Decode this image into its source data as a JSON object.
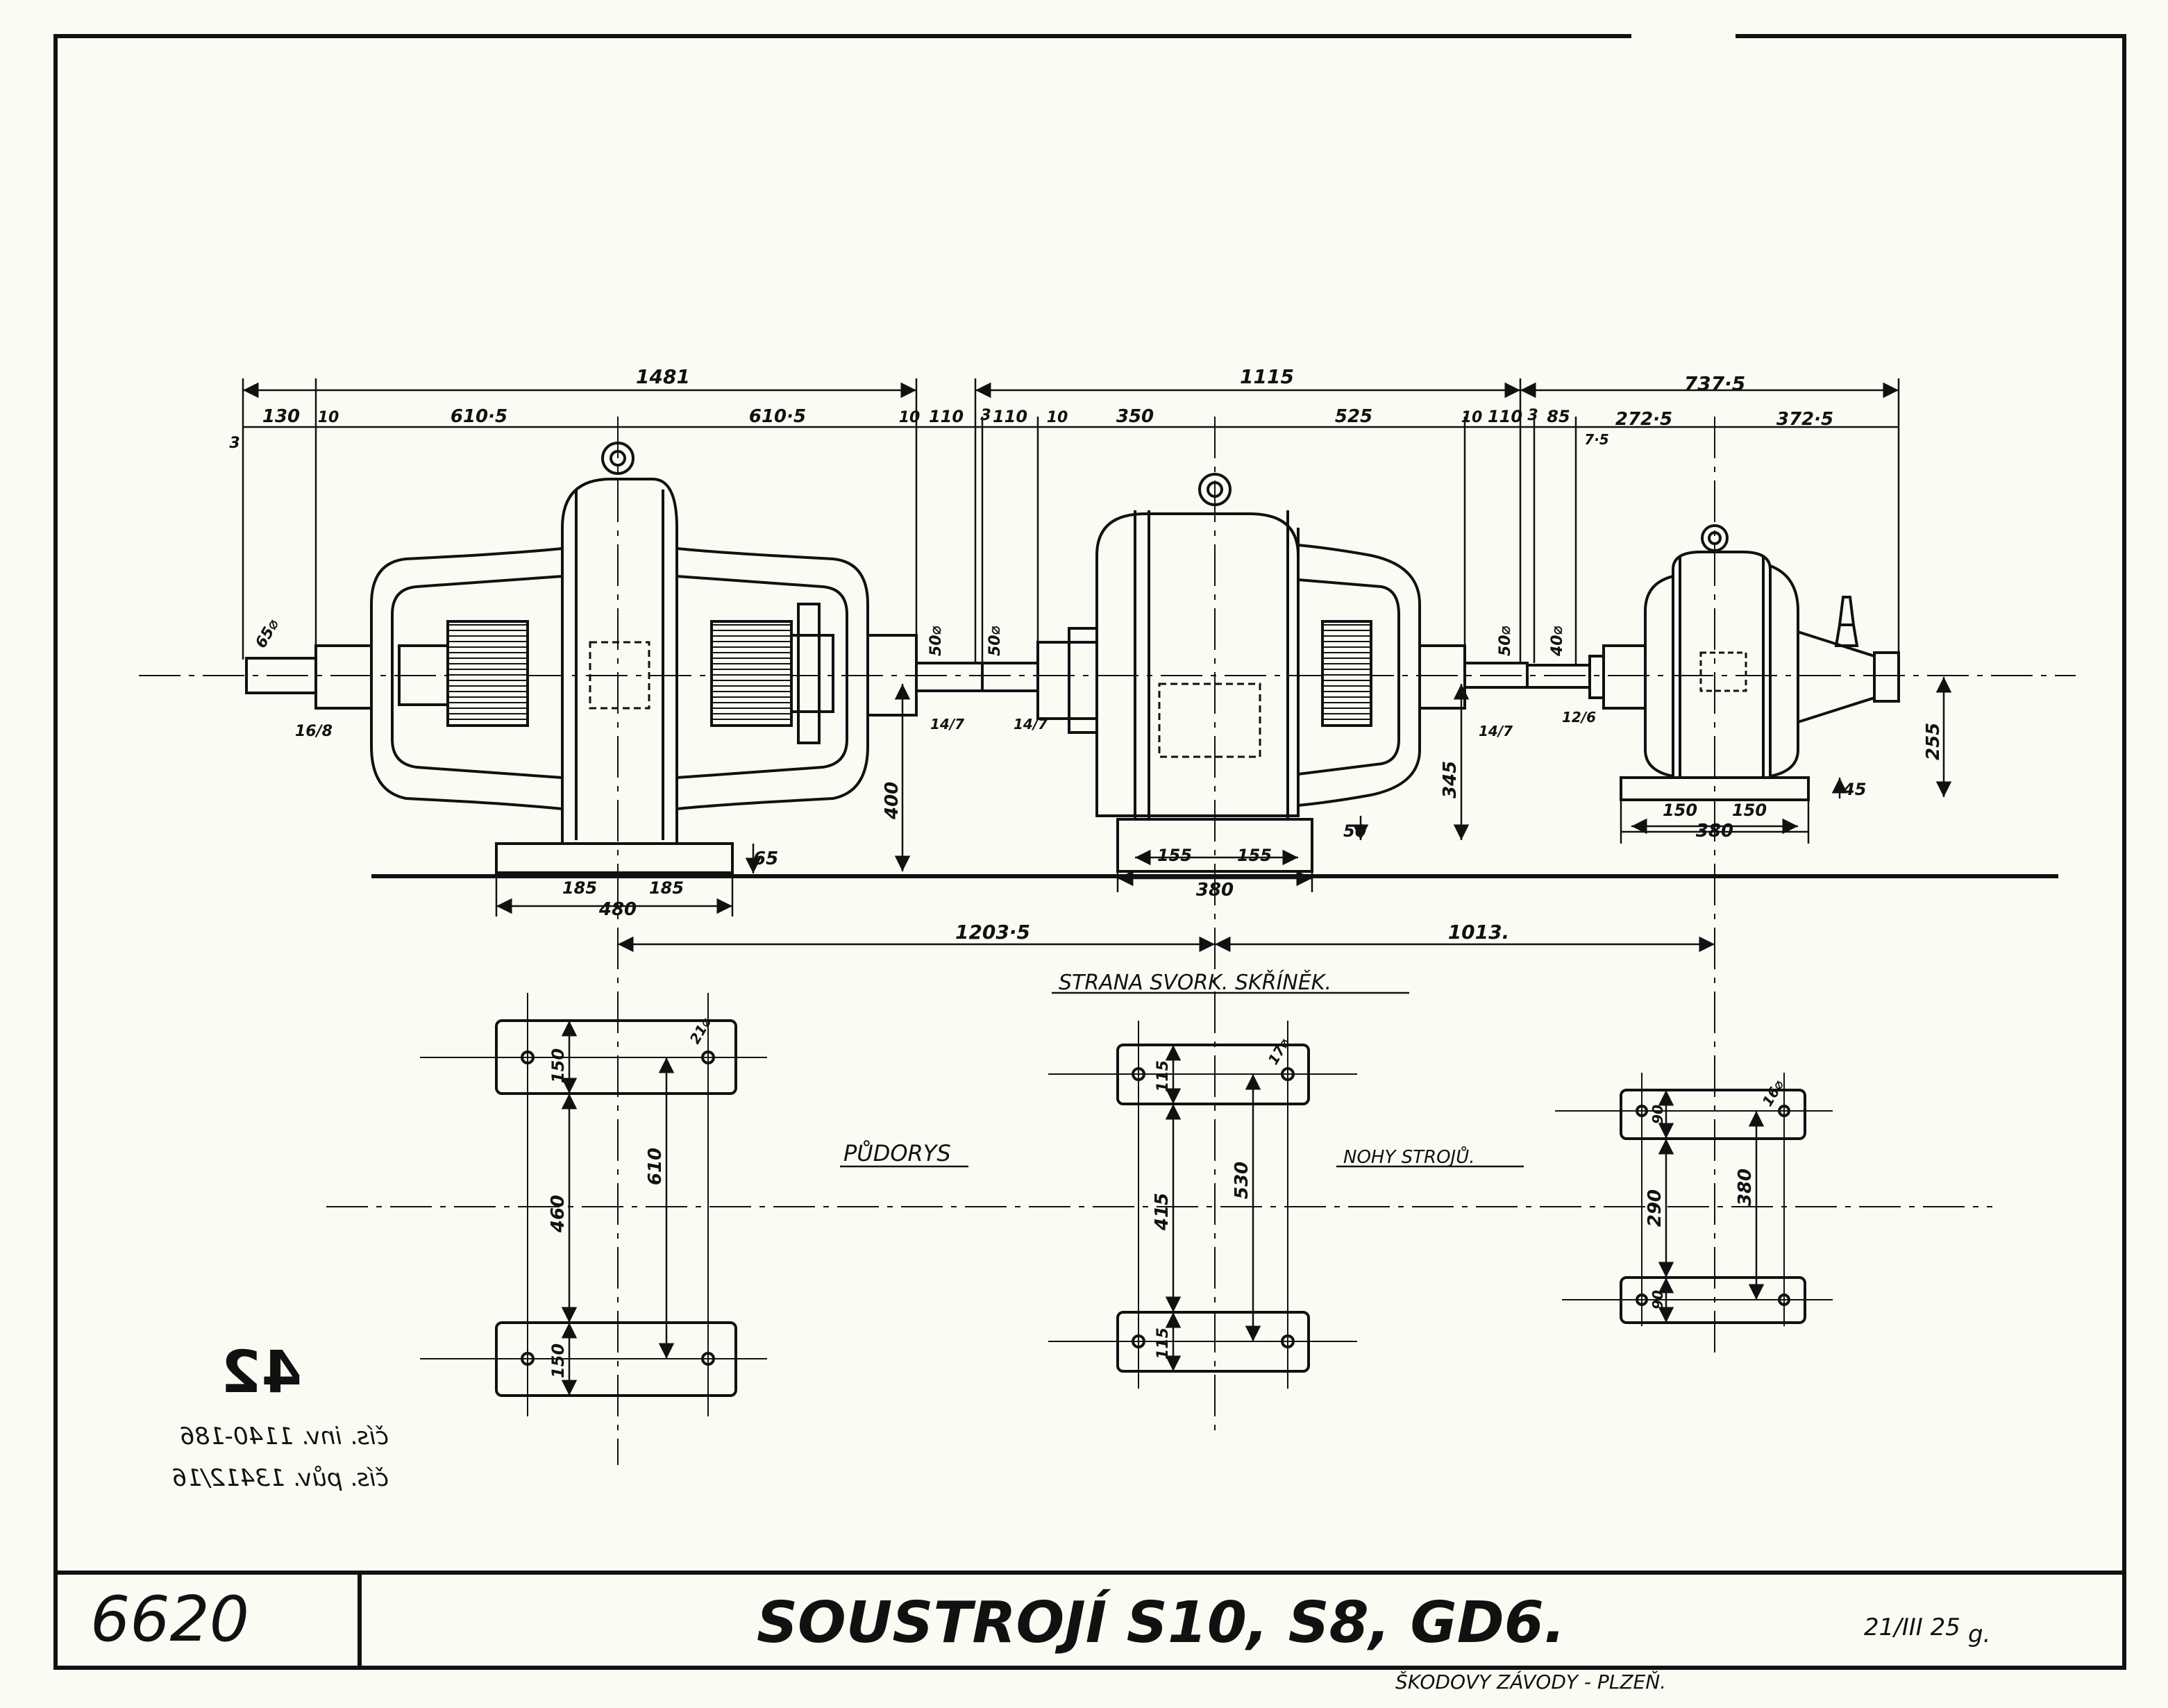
{
  "title_block": {
    "drawing_number": "6620",
    "title": "SOUSTROJÍ S10, S8, GD6.",
    "date": "21/III 25",
    "initial": "g.",
    "company": "ŠKODOVY ZÁVODY - PLZEŇ."
  },
  "archive_marks": {
    "sheet_number": "42",
    "inventory_line_1": "čís. inv. 1140-186",
    "inventory_line_2": "čís. pův. 13412/16"
  },
  "labels": {
    "side_note": "STRANA SVORK. SKŘÍNĚK.",
    "plan_view": "PŮDORYS",
    "machine_feet": "NOHY STROJŮ."
  },
  "dimensions_top": {
    "overall_1": "1481",
    "overall_2": "1115",
    "overall_3": "737·5",
    "d_3a": "3",
    "d_130": "130",
    "d_10a": "10",
    "d_610a": "610·5",
    "d_610b": "610·5",
    "d_10b": "10",
    "d_110a": "110",
    "d_3b": "3",
    "d_110b": "110",
    "d_10c": "10",
    "d_350": "350",
    "d_525": "525",
    "d_10d": "10",
    "d_110c": "110",
    "d_3c": "3",
    "d_85": "85",
    "d_75": "7·5",
    "d_2725": "272·5",
    "d_3725": "372·5"
  },
  "dimensions_elevation": {
    "shaft_1": "65⌀",
    "key_1": "16/8",
    "shaft_2": "50⌀",
    "key_2": "14/7",
    "shaft_3": "50⌀",
    "key_3": "14/7",
    "shaft_4": "50⌀",
    "key_4": "14/7",
    "shaft_5": "40⌀",
    "key_5": "12/6",
    "height_1": "400",
    "base_1": "65",
    "half_1a": "185",
    "half_1b": "185",
    "width_1": "480",
    "height_2": "345",
    "base_2": "50",
    "half_2a": "155",
    "half_2b": "155",
    "width_2": "380",
    "height_3": "255",
    "base_3": "45",
    "half_3a": "150",
    "half_3b": "150",
    "width_3": "380",
    "spacing_1": "1203·5",
    "spacing_2": "1013."
  },
  "dimensions_plan": {
    "foot_1_depth_a": "150",
    "foot_1_depth_b": "150",
    "foot_1_hole": "21⌀",
    "foot_1_inner": "460",
    "foot_1_centers": "610",
    "foot_2_depth_a": "115",
    "foot_2_depth_b": "115",
    "foot_2_hole": "17⌀",
    "foot_2_inner": "415",
    "foot_2_centers": "530",
    "foot_3_depth_a": "90",
    "foot_3_depth_b": "90",
    "foot_3_hole": "16⌀",
    "foot_3_inner": "290",
    "foot_3_centers": "380"
  }
}
